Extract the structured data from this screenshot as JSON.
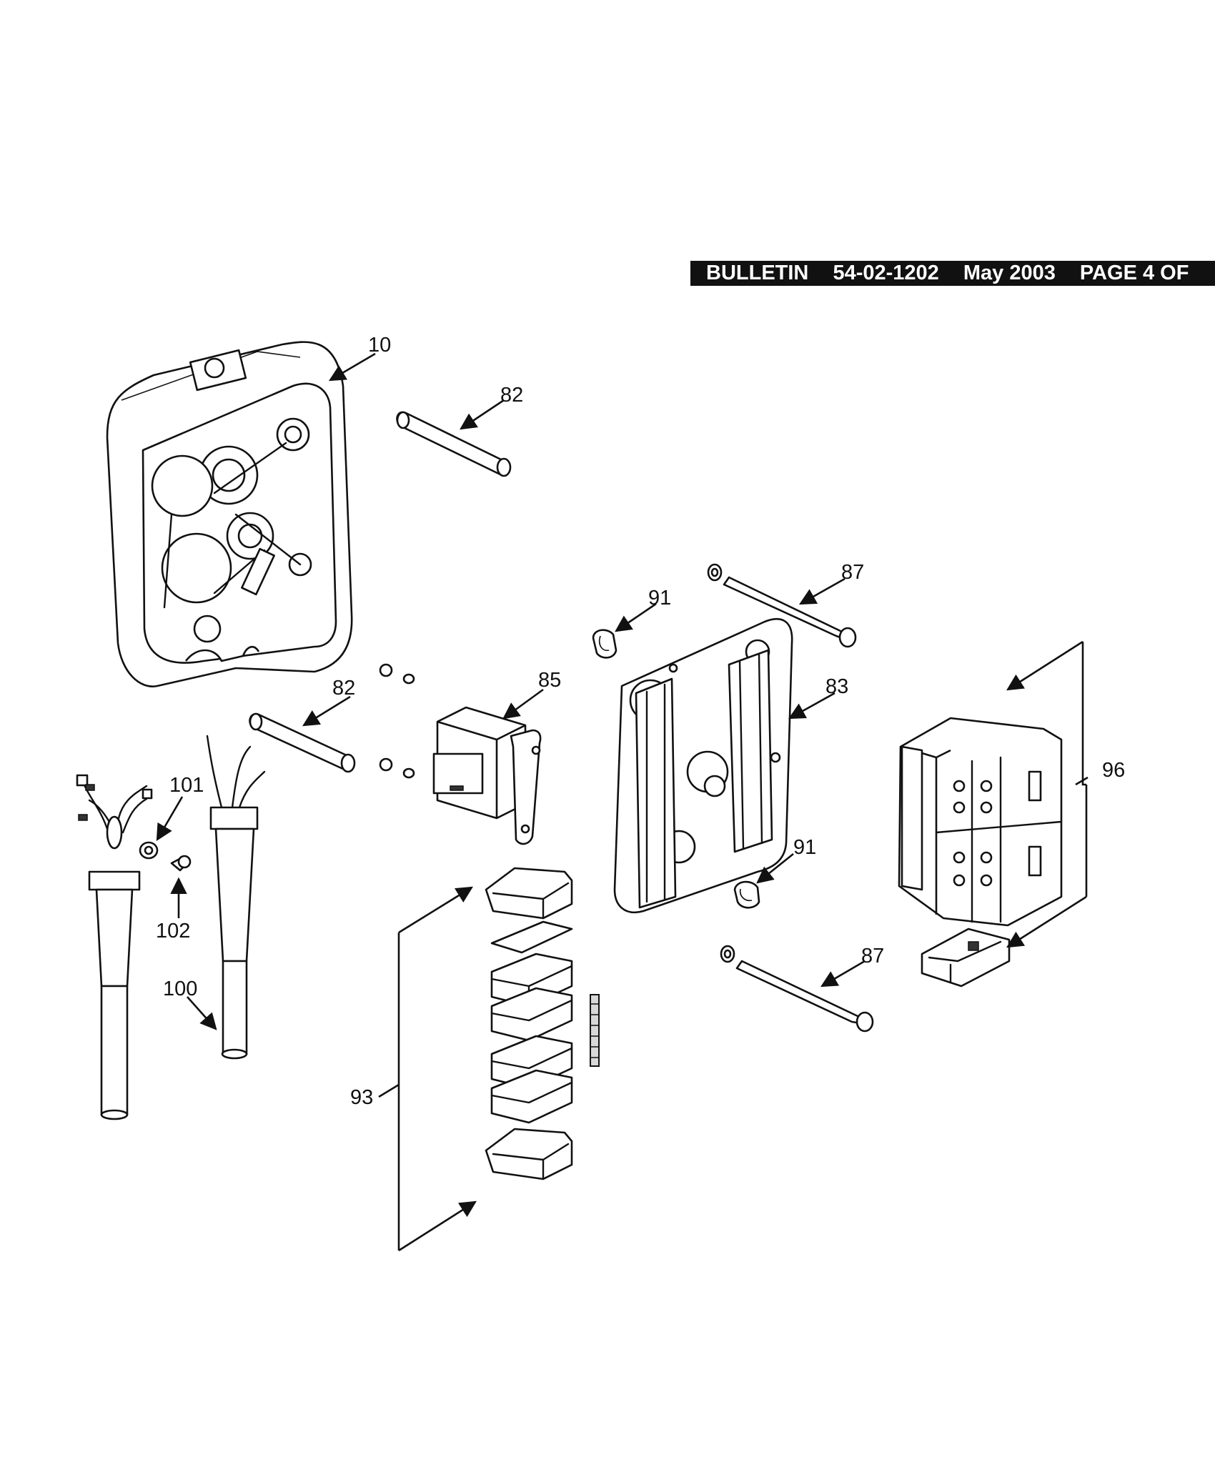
{
  "header": {
    "bulletin": "BULLETIN",
    "number": "54-02-1202",
    "date": "May 2003",
    "page": "PAGE 4 OF"
  },
  "callouts": [
    {
      "id": "c-10",
      "text": "10"
    },
    {
      "id": "c-82a",
      "text": "82"
    },
    {
      "id": "c-82b",
      "text": "82"
    },
    {
      "id": "c-87a",
      "text": "87"
    },
    {
      "id": "c-87b",
      "text": "87"
    },
    {
      "id": "c-91a",
      "text": "91"
    },
    {
      "id": "c-91b",
      "text": "91"
    },
    {
      "id": "c-85",
      "text": "85"
    },
    {
      "id": "c-83",
      "text": "83"
    },
    {
      "id": "c-96",
      "text": "96"
    },
    {
      "id": "c-101",
      "text": "101"
    },
    {
      "id": "c-102",
      "text": "102"
    },
    {
      "id": "c-100",
      "text": "100"
    },
    {
      "id": "c-93",
      "text": "93"
    }
  ]
}
